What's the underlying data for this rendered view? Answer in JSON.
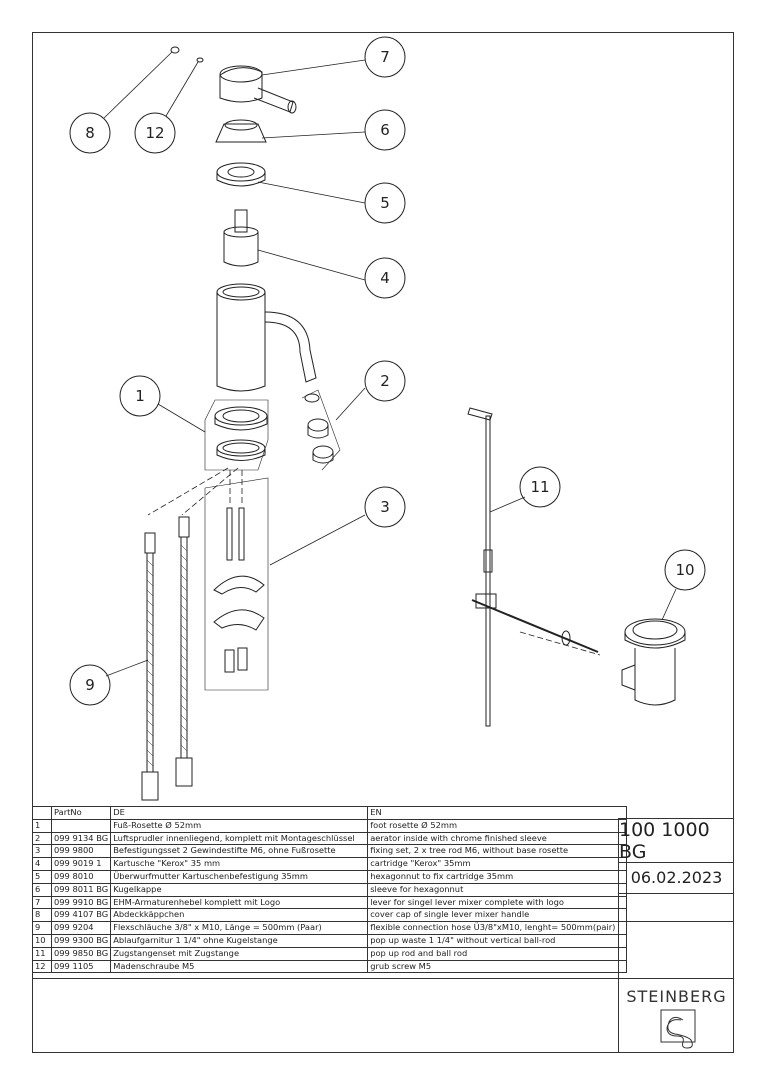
{
  "callouts": [
    "1",
    "2",
    "3",
    "4",
    "5",
    "6",
    "7",
    "8",
    "9",
    "10",
    "11",
    "12"
  ],
  "table": {
    "headers": [
      "",
      "PartNo",
      "DE",
      "EN"
    ],
    "rows": [
      [
        "1",
        "",
        "Fuß-Rosette Ø 52mm",
        "foot rosette Ø 52mm"
      ],
      [
        "2",
        "099 9134 BG",
        "Luftsprudler innenliegend, komplett mit Montageschlüssel",
        "aerator inside with chrome finished sleeve"
      ],
      [
        "3",
        "099 9800",
        "Befestigungsset 2 Gewindestifte M6, ohne Fußrosette",
        "fixing set, 2 x tree rod M6, without base rosette"
      ],
      [
        "4",
        "099 9019 1",
        "Kartusche \"Kerox\" 35 mm",
        "cartridge \"Kerox\" 35mm"
      ],
      [
        "5",
        "099 8010",
        "Überwurfmutter Kartuschenbefestigung 35mm",
        "hexagonnut to fix cartridge 35mm"
      ],
      [
        "6",
        "099 8011 BG",
        "Kugelkappe",
        "sleeve for hexagonnut"
      ],
      [
        "7",
        "099 9910 BG",
        "EHM-Armaturenhebel komplett mit Logo",
        "lever for singel lever mixer complete with logo"
      ],
      [
        "8",
        "099 4107 BG",
        "Abdeckkäppchen",
        "cover cap of single lever mixer handle"
      ],
      [
        "9",
        "099 9204",
        "Flexschläuche 3/8\" x M10, Länge = 500mm (Paar)",
        "flexible connection hose Ü3/8\"xM10, lenght= 500mm(pair)"
      ],
      [
        "10",
        "099 9300 BG",
        "Ablaufgarnitur 1 1/4\" ohne Kugelstange",
        "pop up waste 1 1/4\" without vertical ball-rod"
      ],
      [
        "11",
        "099 9850 BG",
        "Zugstangenset mit Zugstange",
        "pop up rod and ball rod"
      ],
      [
        "12",
        "099 1105",
        "Madenschraube M5",
        "grub screw M5"
      ]
    ]
  },
  "title_block": {
    "article_no": "100 1000 BG",
    "date": "06.02.2023",
    "brand": "STEINBERG"
  }
}
